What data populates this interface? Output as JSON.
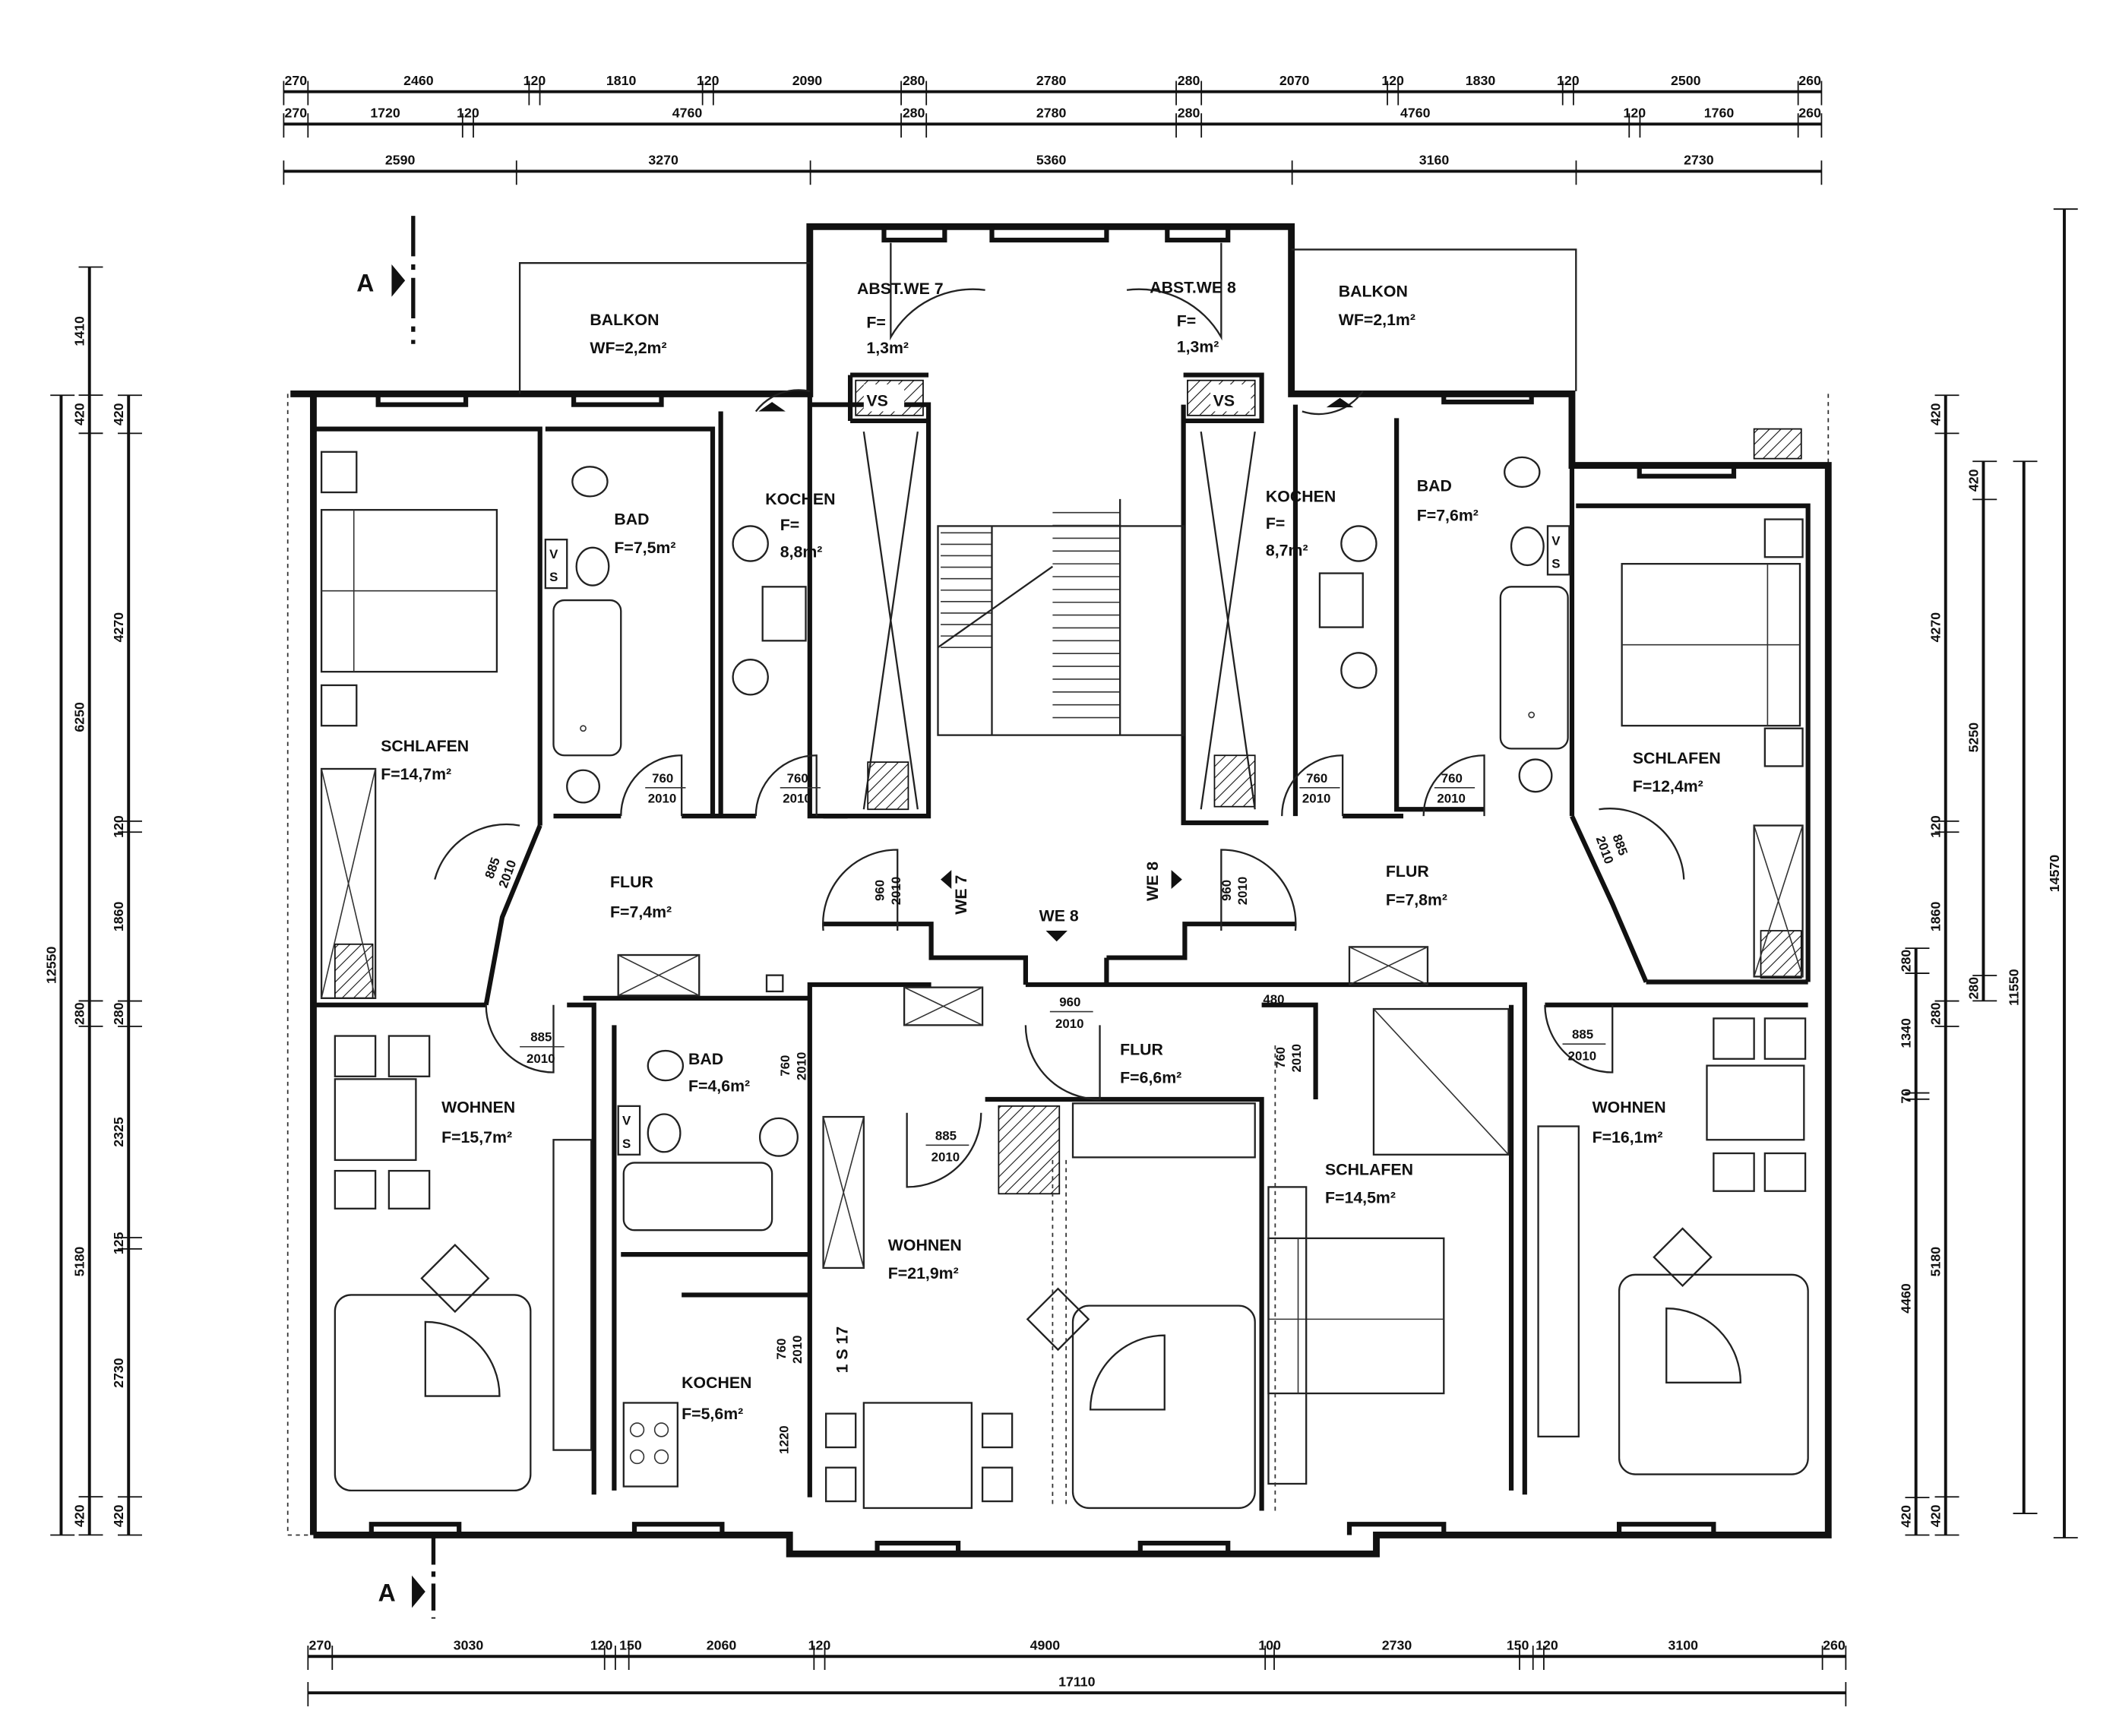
{
  "section_marker": "A",
  "dimensions": {
    "top": [
      [
        270,
        2460,
        120,
        1810,
        120,
        2090,
        280,
        2780,
        280,
        2070,
        120,
        1830,
        120,
        2500,
        260
      ],
      [
        270,
        1720,
        120,
        4760,
        280,
        2780,
        280,
        4760,
        120,
        1760,
        260
      ],
      [
        2590,
        3270,
        5360,
        3160,
        2730
      ]
    ],
    "bottom": [
      [
        270,
        3030,
        120,
        150,
        2060,
        120,
        4900,
        100,
        2730,
        150,
        120,
        3100,
        260
      ],
      [
        17110
      ]
    ],
    "left": [
      [
        12550
      ],
      [
        1410,
        420,
        6250,
        280,
        5180,
        420
      ],
      [
        420,
        4270,
        120,
        1860,
        280,
        2325,
        125,
        2730,
        420
      ]
    ],
    "right": [
      [
        280,
        1340,
        70,
        4460,
        420
      ],
      [
        420,
        4270,
        120,
        1860,
        280,
        5180,
        420
      ],
      [
        420,
        5250,
        280
      ],
      [
        11550
      ],
      [
        14570
      ]
    ]
  },
  "rooms": [
    {
      "lines": [
        "BALKON",
        "WF=2,2m²"
      ]
    },
    {
      "lines": [
        "ABST.WE 7",
        "F=",
        "1,3m²"
      ]
    },
    {
      "lines": [
        "ABST.WE 8",
        "F=",
        "1,3m²"
      ]
    },
    {
      "lines": [
        "BALKON",
        "WF=2,1m²"
      ]
    },
    {
      "lines": [
        "BAD",
        "F=7,5m²"
      ]
    },
    {
      "lines": [
        "KOCHEN",
        "F=",
        "8,8m²"
      ]
    },
    {
      "lines": [
        "KOCHEN",
        "F=",
        "8,7m²"
      ]
    },
    {
      "lines": [
        "BAD",
        "F=7,6m²"
      ]
    },
    {
      "lines": [
        "SCHLAFEN",
        "F=14,7m²"
      ]
    },
    {
      "lines": [
        "SCHLAFEN",
        "F=12,4m²"
      ]
    },
    {
      "lines": [
        "FLUR",
        "F=7,4m²"
      ]
    },
    {
      "lines": [
        "FLUR",
        "F=7,8m²"
      ]
    },
    {
      "lines": [
        "FLUR",
        "F=6,6m²"
      ]
    },
    {
      "lines": [
        "BAD",
        "F=4,6m²"
      ]
    },
    {
      "lines": [
        "WOHNEN",
        "F=15,7m²"
      ]
    },
    {
      "lines": [
        "WOHNEN",
        "F=16,1m²"
      ]
    },
    {
      "lines": [
        "WOHNEN",
        "F=21,9m²"
      ]
    },
    {
      "lines": [
        "SCHLAFEN",
        "F=14,5m²"
      ]
    },
    {
      "lines": [
        "KOCHEN",
        "F=5,6m²"
      ]
    }
  ],
  "labels": {
    "vs": "VS",
    "v": "V",
    "s": "S",
    "we7": "WE 7",
    "we8": "WE 8",
    "stair_code": "1 S 17"
  },
  "doors": {
    "w760": "760",
    "w885": "885",
    "w960": "960",
    "h2010": "2010",
    "d1220": "1220",
    "d480": "480"
  }
}
